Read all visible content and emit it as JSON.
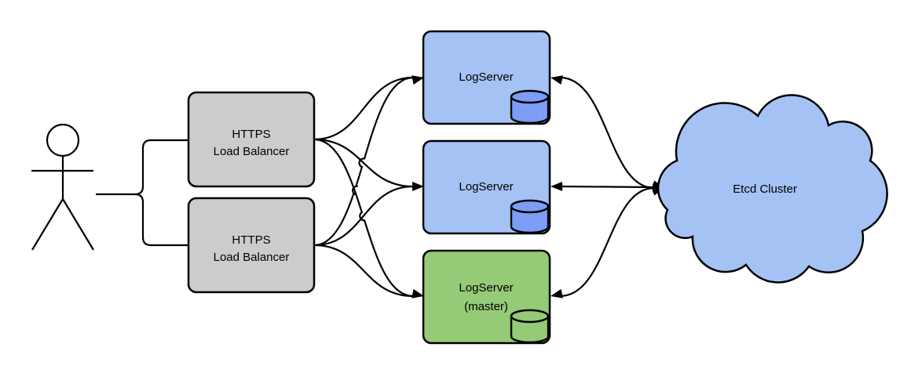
{
  "diagram": {
    "description": "Load-balanced LogServer architecture with Etcd cluster",
    "colors": {
      "background": "#ffffff",
      "stroke": "#000000",
      "gray_box": "#cccccc",
      "blue_box": "#a4c2f4",
      "green_box": "#95ca77",
      "blue_database": "#7b9df5"
    },
    "nodes": {
      "user": {
        "type": "person"
      },
      "lb1": {
        "type": "box",
        "lines": [
          "HTTPS",
          "Load Balancer"
        ],
        "fill": "#cccccc"
      },
      "lb2": {
        "type": "box",
        "lines": [
          "HTTPS",
          "Load Balancer"
        ],
        "fill": "#cccccc"
      },
      "logserver1": {
        "type": "box",
        "lines": [
          "LogServer"
        ],
        "fill": "#a4c2f4",
        "has_database": true,
        "database_fill": "#7b9df5"
      },
      "logserver2": {
        "type": "box",
        "lines": [
          "LogServer"
        ],
        "fill": "#a4c2f4",
        "has_database": true,
        "database_fill": "#7b9df5"
      },
      "logserver3": {
        "type": "box",
        "lines": [
          "LogServer",
          "(master)"
        ],
        "fill": "#95ca77",
        "has_database": true,
        "database_fill": "#95ca77"
      },
      "etcd": {
        "type": "cloud",
        "lines": [
          "Etcd Cluster"
        ],
        "fill": "#a4c2f4"
      }
    },
    "edges": [
      {
        "from": "user",
        "to": "lb1",
        "style": "line"
      },
      {
        "from": "user",
        "to": "lb2",
        "style": "line"
      },
      {
        "from": "lb1",
        "to": "logserver1",
        "style": "arrow"
      },
      {
        "from": "lb1",
        "to": "logserver2",
        "style": "arrow"
      },
      {
        "from": "lb1",
        "to": "logserver3",
        "style": "arrow"
      },
      {
        "from": "lb2",
        "to": "logserver1",
        "style": "arrow"
      },
      {
        "from": "lb2",
        "to": "logserver2",
        "style": "arrow"
      },
      {
        "from": "lb2",
        "to": "logserver3",
        "style": "arrow"
      },
      {
        "from": "logserver1",
        "to": "etcd",
        "style": "double-arrow"
      },
      {
        "from": "logserver2",
        "to": "etcd",
        "style": "double-arrow"
      },
      {
        "from": "logserver3",
        "to": "etcd",
        "style": "double-arrow"
      }
    ]
  }
}
